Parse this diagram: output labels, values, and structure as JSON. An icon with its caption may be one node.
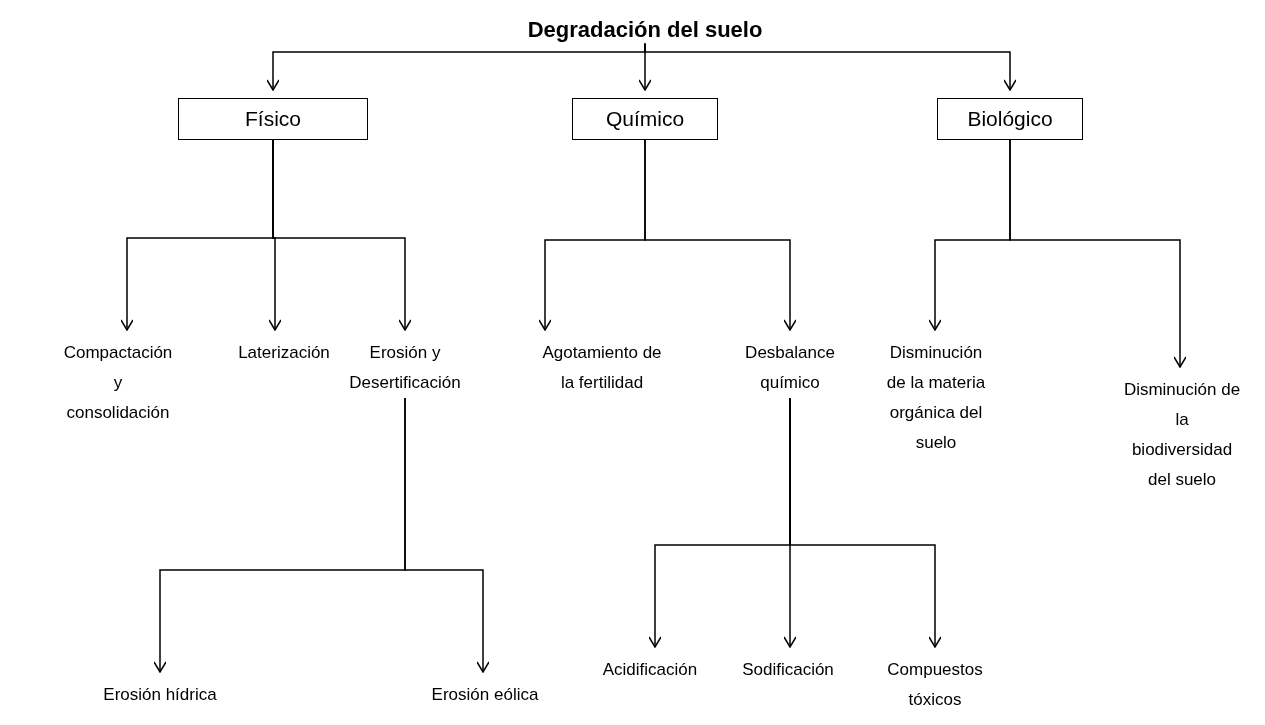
{
  "diagram": {
    "nodes": [
      {
        "text": [
          "Degradación del suelo"
        ]
      },
      {
        "text": [
          "Físico"
        ]
      },
      {
        "text": [
          "Químico"
        ]
      },
      {
        "text": [
          "Biológico"
        ]
      },
      {
        "text": [
          "Compactación y consolidación"
        ]
      },
      {
        "text": [
          "Laterización"
        ]
      },
      {
        "text": [
          "Erosión y Desertificación"
        ]
      },
      {
        "text": [
          "Agotamiento de la fertilidad"
        ]
      },
      {
        "text": [
          "Desbalance químico"
        ]
      },
      {
        "text": [
          "Disminución de la materia orgánica del suelo"
        ]
      },
      {
        "text": [
          "Disminución de la biodiversidad del suelo"
        ]
      },
      {
        "text": [
          "Erosión hídrica"
        ]
      },
      {
        "text": [
          "Erosión eólica"
        ]
      },
      {
        "text": [
          "Acidificación"
        ]
      },
      {
        "text": [
          "Sodificación"
        ]
      },
      {
        "text": [
          "Compuestos tóxicos"
        ]
      }
    ],
    "edges": [
      {
        "from": 0,
        "to": 1,
        "arrow": "to"
      },
      {
        "from": 0,
        "to": 2,
        "arrow": "to"
      },
      {
        "from": 0,
        "to": 3,
        "arrow": "to"
      },
      {
        "from": 1,
        "to": 4,
        "arrow": "to"
      },
      {
        "from": 1,
        "to": 5,
        "arrow": "to"
      },
      {
        "from": 1,
        "to": 6,
        "arrow": "to"
      },
      {
        "from": 2,
        "to": 7,
        "arrow": "to"
      },
      {
        "from": 2,
        "to": 8,
        "arrow": "to"
      },
      {
        "from": 3,
        "to": 9,
        "arrow": "to"
      },
      {
        "from": 3,
        "to": 10,
        "arrow": "to"
      },
      {
        "from": 6,
        "to": 11,
        "arrow": "to"
      },
      {
        "from": 6,
        "to": 12,
        "arrow": "to"
      },
      {
        "from": 8,
        "to": 13,
        "arrow": "to"
      },
      {
        "from": 8,
        "to": 14,
        "arrow": "to"
      },
      {
        "from": 8,
        "to": 15,
        "arrow": "to"
      }
    ]
  }
}
